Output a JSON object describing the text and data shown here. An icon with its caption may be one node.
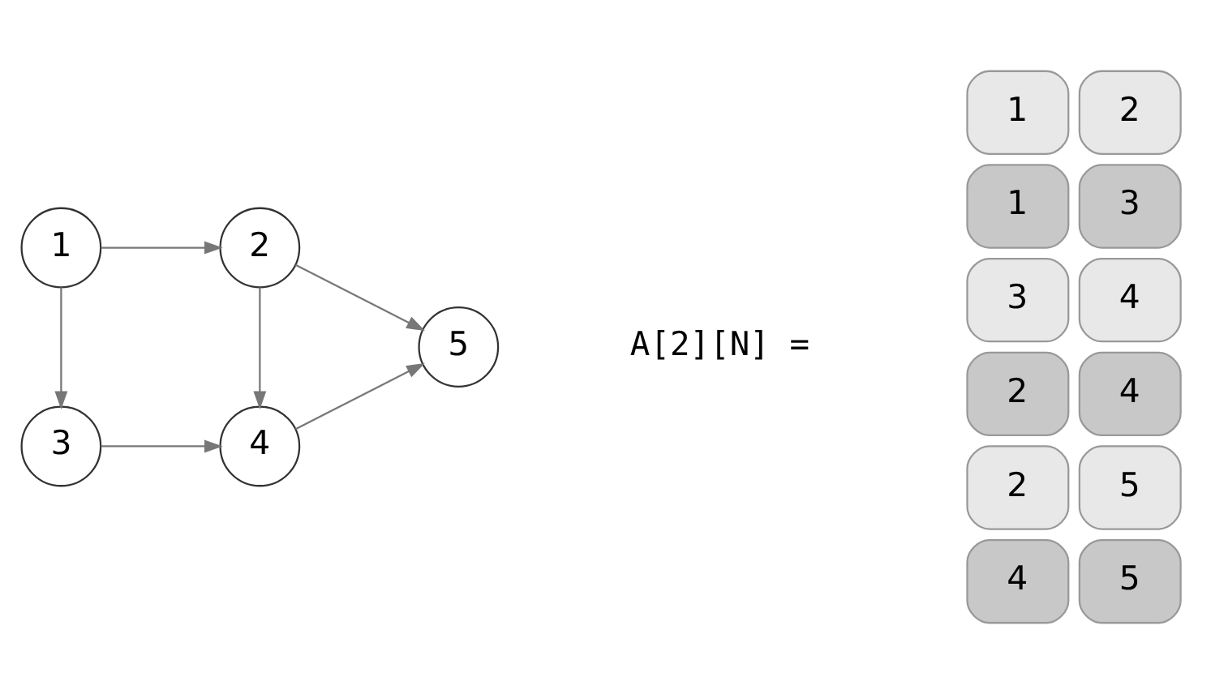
{
  "diagram": {
    "nodes": [
      {
        "text": [
          "1"
        ]
      },
      {
        "text": [
          "2"
        ]
      },
      {
        "text": [
          "5"
        ]
      },
      {
        "text": [
          "3"
        ]
      },
      {
        "text": [
          "4"
        ]
      }
    ],
    "edges": [
      {
        "from": 0,
        "to": 1,
        "arrow": "to"
      },
      {
        "from": 1,
        "to": 2,
        "arrow": "to"
      },
      {
        "from": 0,
        "to": 3,
        "arrow": "to"
      },
      {
        "from": 1,
        "to": 4,
        "arrow": "to"
      },
      {
        "from": 3,
        "to": 4,
        "arrow": "to"
      },
      {
        "from": 4,
        "to": 2,
        "arrow": "to"
      }
    ],
    "labels": [
      "A[2][N] =",
      "1",
      "2",
      "1",
      "3",
      "3",
      "4",
      "2",
      "4",
      "2",
      "5",
      "4",
      "5"
    ]
  }
}
